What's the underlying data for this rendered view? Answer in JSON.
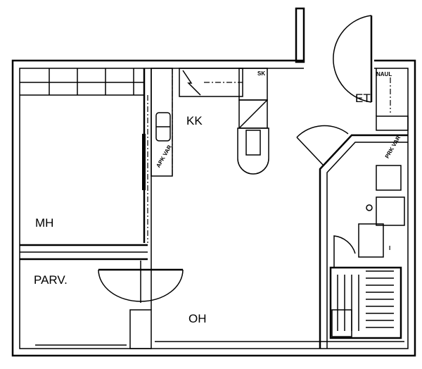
{
  "plan": {
    "rooms": {
      "kitchen": "KK",
      "bedroom": "MH",
      "balcony": "PARV.",
      "living_room": "OH",
      "entrance": "ET"
    },
    "fixtures": {
      "cabinet": "SK",
      "coat_rack": "NAUL",
      "storage_left": "APK VAR",
      "storage_right": "PRK VAR",
      "bath_mark": "I"
    },
    "colors": {
      "ink": "#000000",
      "paper": "#ffffff"
    }
  }
}
